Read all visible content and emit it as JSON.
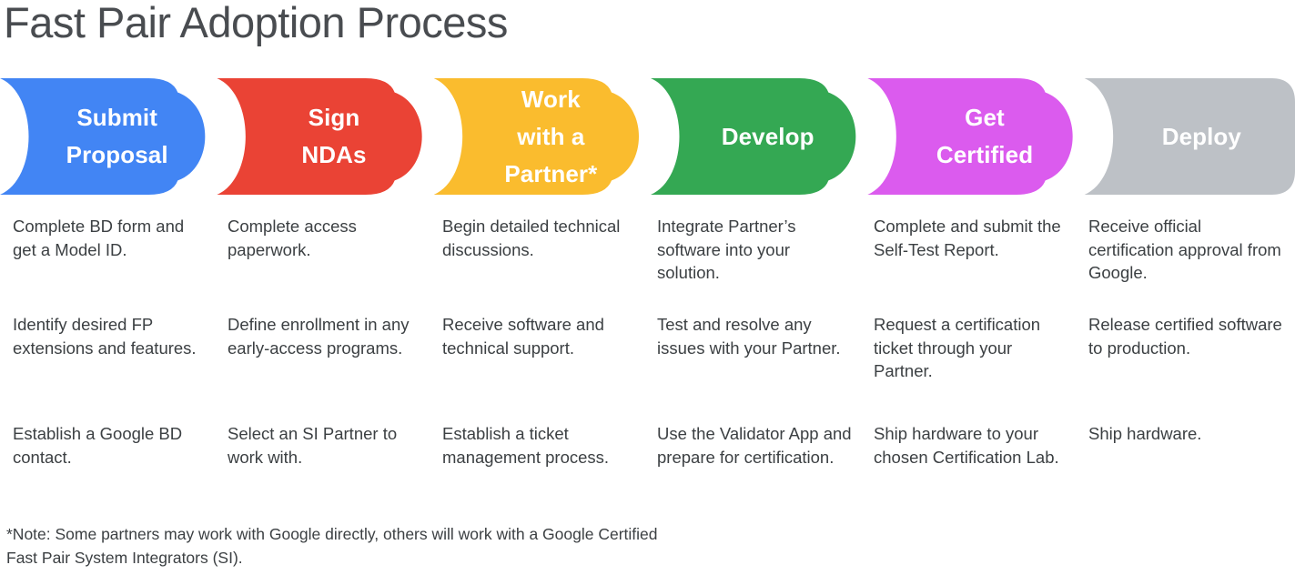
{
  "page_title": "Fast Pair Adoption Process",
  "colors": {
    "blue": "#4285F4",
    "red": "#EA4335",
    "yellow": "#FABC2E",
    "green": "#34A853",
    "magenta": "#DB5BEE",
    "gray": "#BDC1C6",
    "title_text": "#494c50",
    "body_text": "#3c4043",
    "banner_text": "#ffffff",
    "background": "#ffffff"
  },
  "stages": [
    {
      "label": "Submit\nProposal",
      "label_lines": [
        "Submit",
        "Proposal"
      ],
      "color_key": "blue",
      "color": "#4285F4"
    },
    {
      "label": "Sign\nNDAs",
      "label_lines": [
        "Sign",
        "NDAs"
      ],
      "color_key": "red",
      "color": "#EA4335"
    },
    {
      "label": "Work\nwith a\nPartner*",
      "label_lines": [
        "Work",
        "with a",
        "Partner*"
      ],
      "color_key": "yellow",
      "color": "#FABC2E"
    },
    {
      "label": "Develop",
      "label_lines": [
        "Develop"
      ],
      "color_key": "green",
      "color": "#34A853"
    },
    {
      "label": "Get\nCertified",
      "label_lines": [
        "Get",
        "Certified"
      ],
      "color_key": "magenta",
      "color": "#DB5BEE"
    },
    {
      "label": "Deploy",
      "label_lines": [
        "Deploy"
      ],
      "color_key": "gray",
      "color": "#BDC1C6"
    }
  ],
  "columns": [
    {
      "stage": "Submit Proposal",
      "items": [
        "Complete BD form and get a Model ID.",
        "Identify desired FP extensions and features.",
        "Establish a Google BD contact."
      ]
    },
    {
      "stage": "Sign NDAs",
      "items": [
        "Complete access paperwork.",
        "Define enrollment in any early-access programs.",
        "Select an SI Partner to work with."
      ]
    },
    {
      "stage": "Work with a Partner*",
      "items": [
        "Begin detailed technical discussions.",
        "Receive software and technical support.",
        "Establish a ticket management process."
      ]
    },
    {
      "stage": "Develop",
      "items": [
        "Integrate Partner’s software into your solution.",
        "Test and resolve any issues with your Partner.",
        "Use the Validator App and prepare for certification."
      ]
    },
    {
      "stage": "Get Certified",
      "items": [
        "Complete and submit the Self-Test Report.",
        "Request a certification ticket through your Partner.",
        "Ship hardware to your chosen Certification Lab."
      ]
    },
    {
      "stage": "Deploy",
      "items": [
        "Receive official certification approval from Google.",
        "Release certified software to production.",
        "Ship hardware."
      ]
    }
  ],
  "footnote": "*Note: Some partners may work with Google directly, others will work with a Google Certified Fast Pair System Integrators (SI)."
}
